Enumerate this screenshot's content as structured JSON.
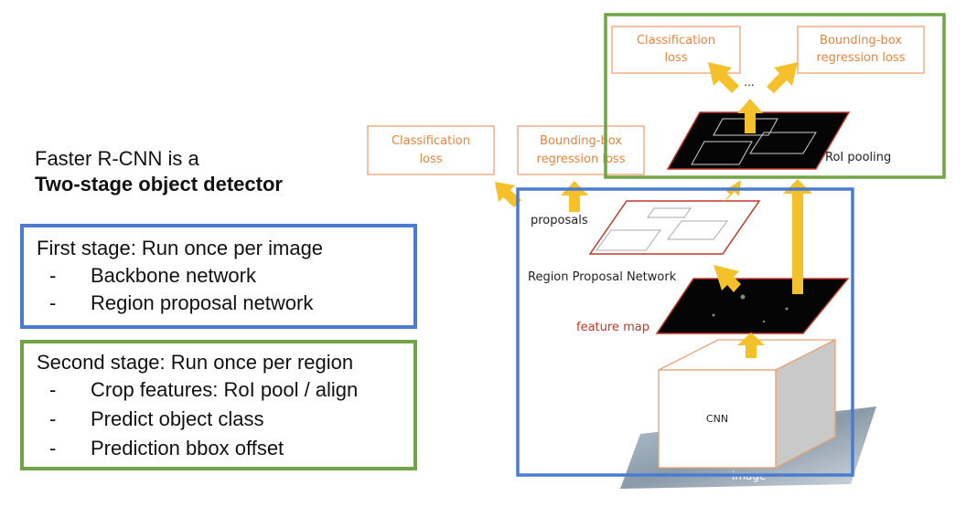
{
  "intro": {
    "line1": "Faster R-CNN is a",
    "line2": "Two-stage object detector"
  },
  "stage1": {
    "title": "First stage: Run once per image",
    "items": [
      "Backbone network",
      "Region proposal network"
    ]
  },
  "stage2": {
    "title": "Second stage: Run once per region",
    "items": [
      "Crop features: RoI pool / align",
      "Predict object class",
      "Prediction bbox offset"
    ]
  },
  "diagram": {
    "top_cls_loss": [
      "Classification",
      "loss"
    ],
    "top_bbox_loss": [
      "Bounding-box",
      "regression loss"
    ],
    "mid_cls_loss": [
      "Classification",
      "loss"
    ],
    "mid_bbox_loss": [
      "Bounding-box",
      "regression loss"
    ],
    "ellipsis": "...",
    "roi_pooling": "RoI pooling",
    "proposals": "proposals",
    "rpn": "Region Proposal Network",
    "feature_map": "feature map",
    "cnn": "CNN",
    "image": "image"
  },
  "colors": {
    "stage1_border": "#4a7bd0",
    "stage2_border": "#6fa447",
    "loss_box": "#f0a070",
    "loss_text": "#e8843c",
    "arrow": "#f5c12a",
    "feature_text": "#c0392b",
    "proposal_border": "#c0392b"
  }
}
